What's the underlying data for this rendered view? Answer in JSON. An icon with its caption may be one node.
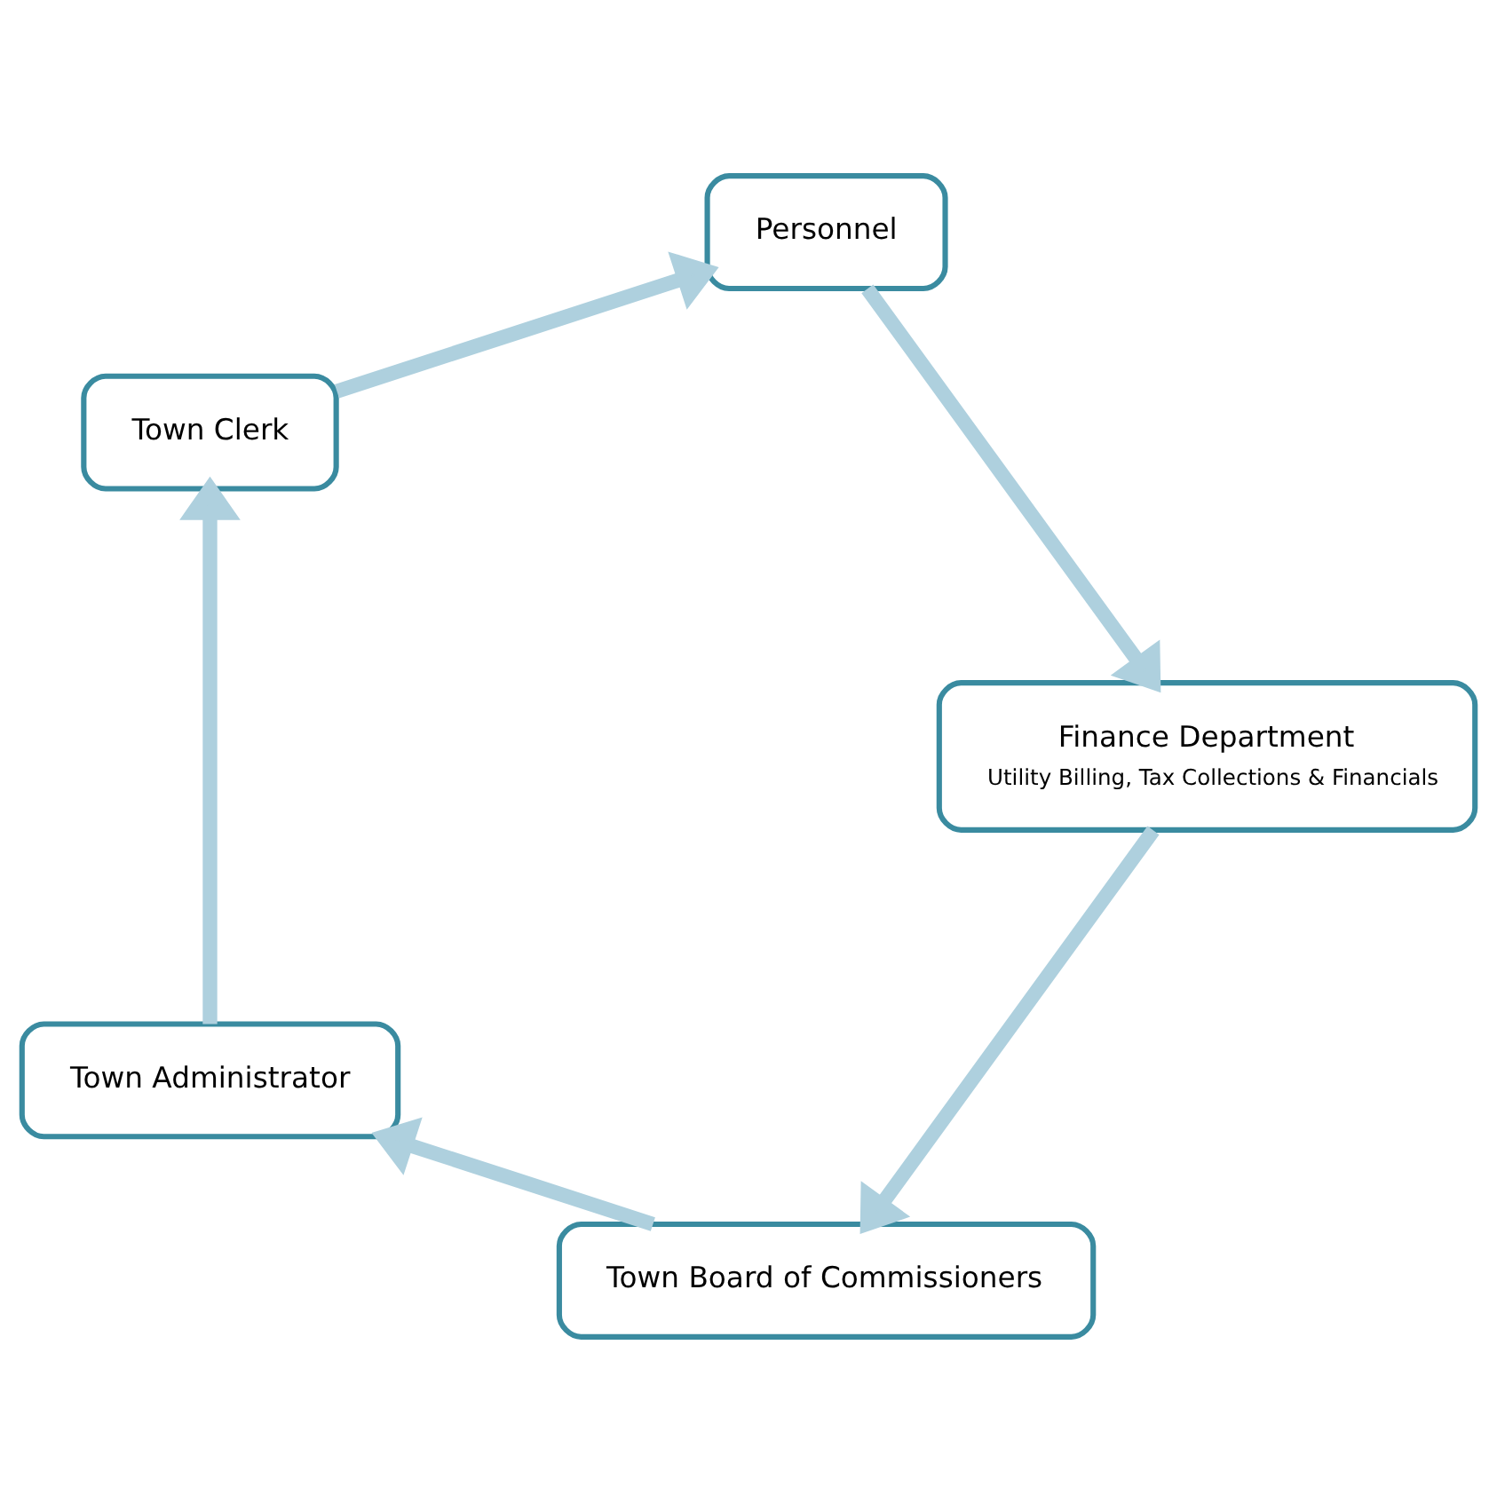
{
  "diagram": {
    "nodes": [
      {
        "text": [
          "Town Board of Commissioners"
        ]
      },
      {
        "text": [
          "Town Administrator"
        ]
      },
      {
        "text": [
          "Town Clerk"
        ]
      },
      {
        "text": [
          "Personnel"
        ]
      },
      {
        "text": [
          "Finance Department",
          "Utility Billing, Tax Collections & Financials"
        ]
      }
    ],
    "edges": [
      {
        "from": 0,
        "to": 1,
        "arrow": "to"
      },
      {
        "from": 1,
        "to": 2,
        "arrow": "to"
      },
      {
        "from": 2,
        "to": 3,
        "arrow": "to"
      },
      {
        "from": 3,
        "to": 4,
        "arrow": "to"
      },
      {
        "from": 4,
        "to": 0,
        "arrow": "to"
      }
    ]
  }
}
